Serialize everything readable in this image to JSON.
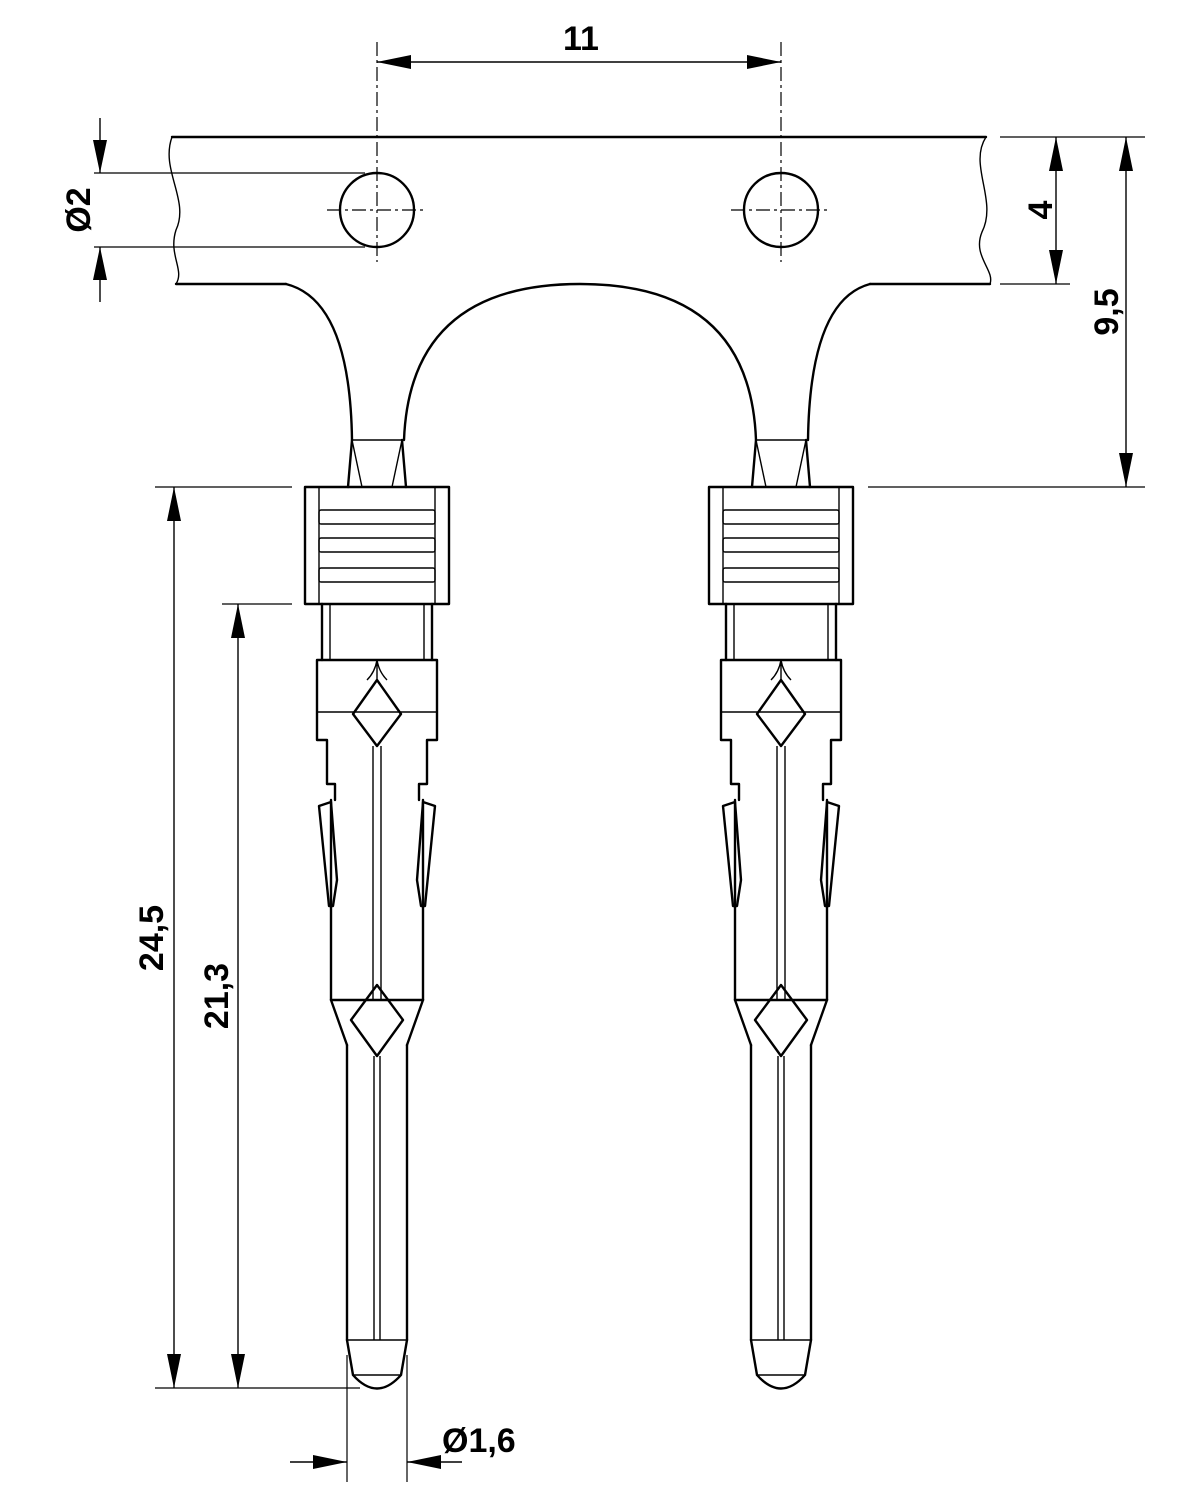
{
  "dimensions": {
    "pitch": "11",
    "hole_diameter": "Ø2",
    "strip_height": "4",
    "carrier_to_collar": "9,5",
    "overall_length": "24,5",
    "pin_length": "21,3",
    "pin_diameter": "Ø1,6"
  },
  "colors": {
    "line": "#000000",
    "background": "#ffffff"
  }
}
